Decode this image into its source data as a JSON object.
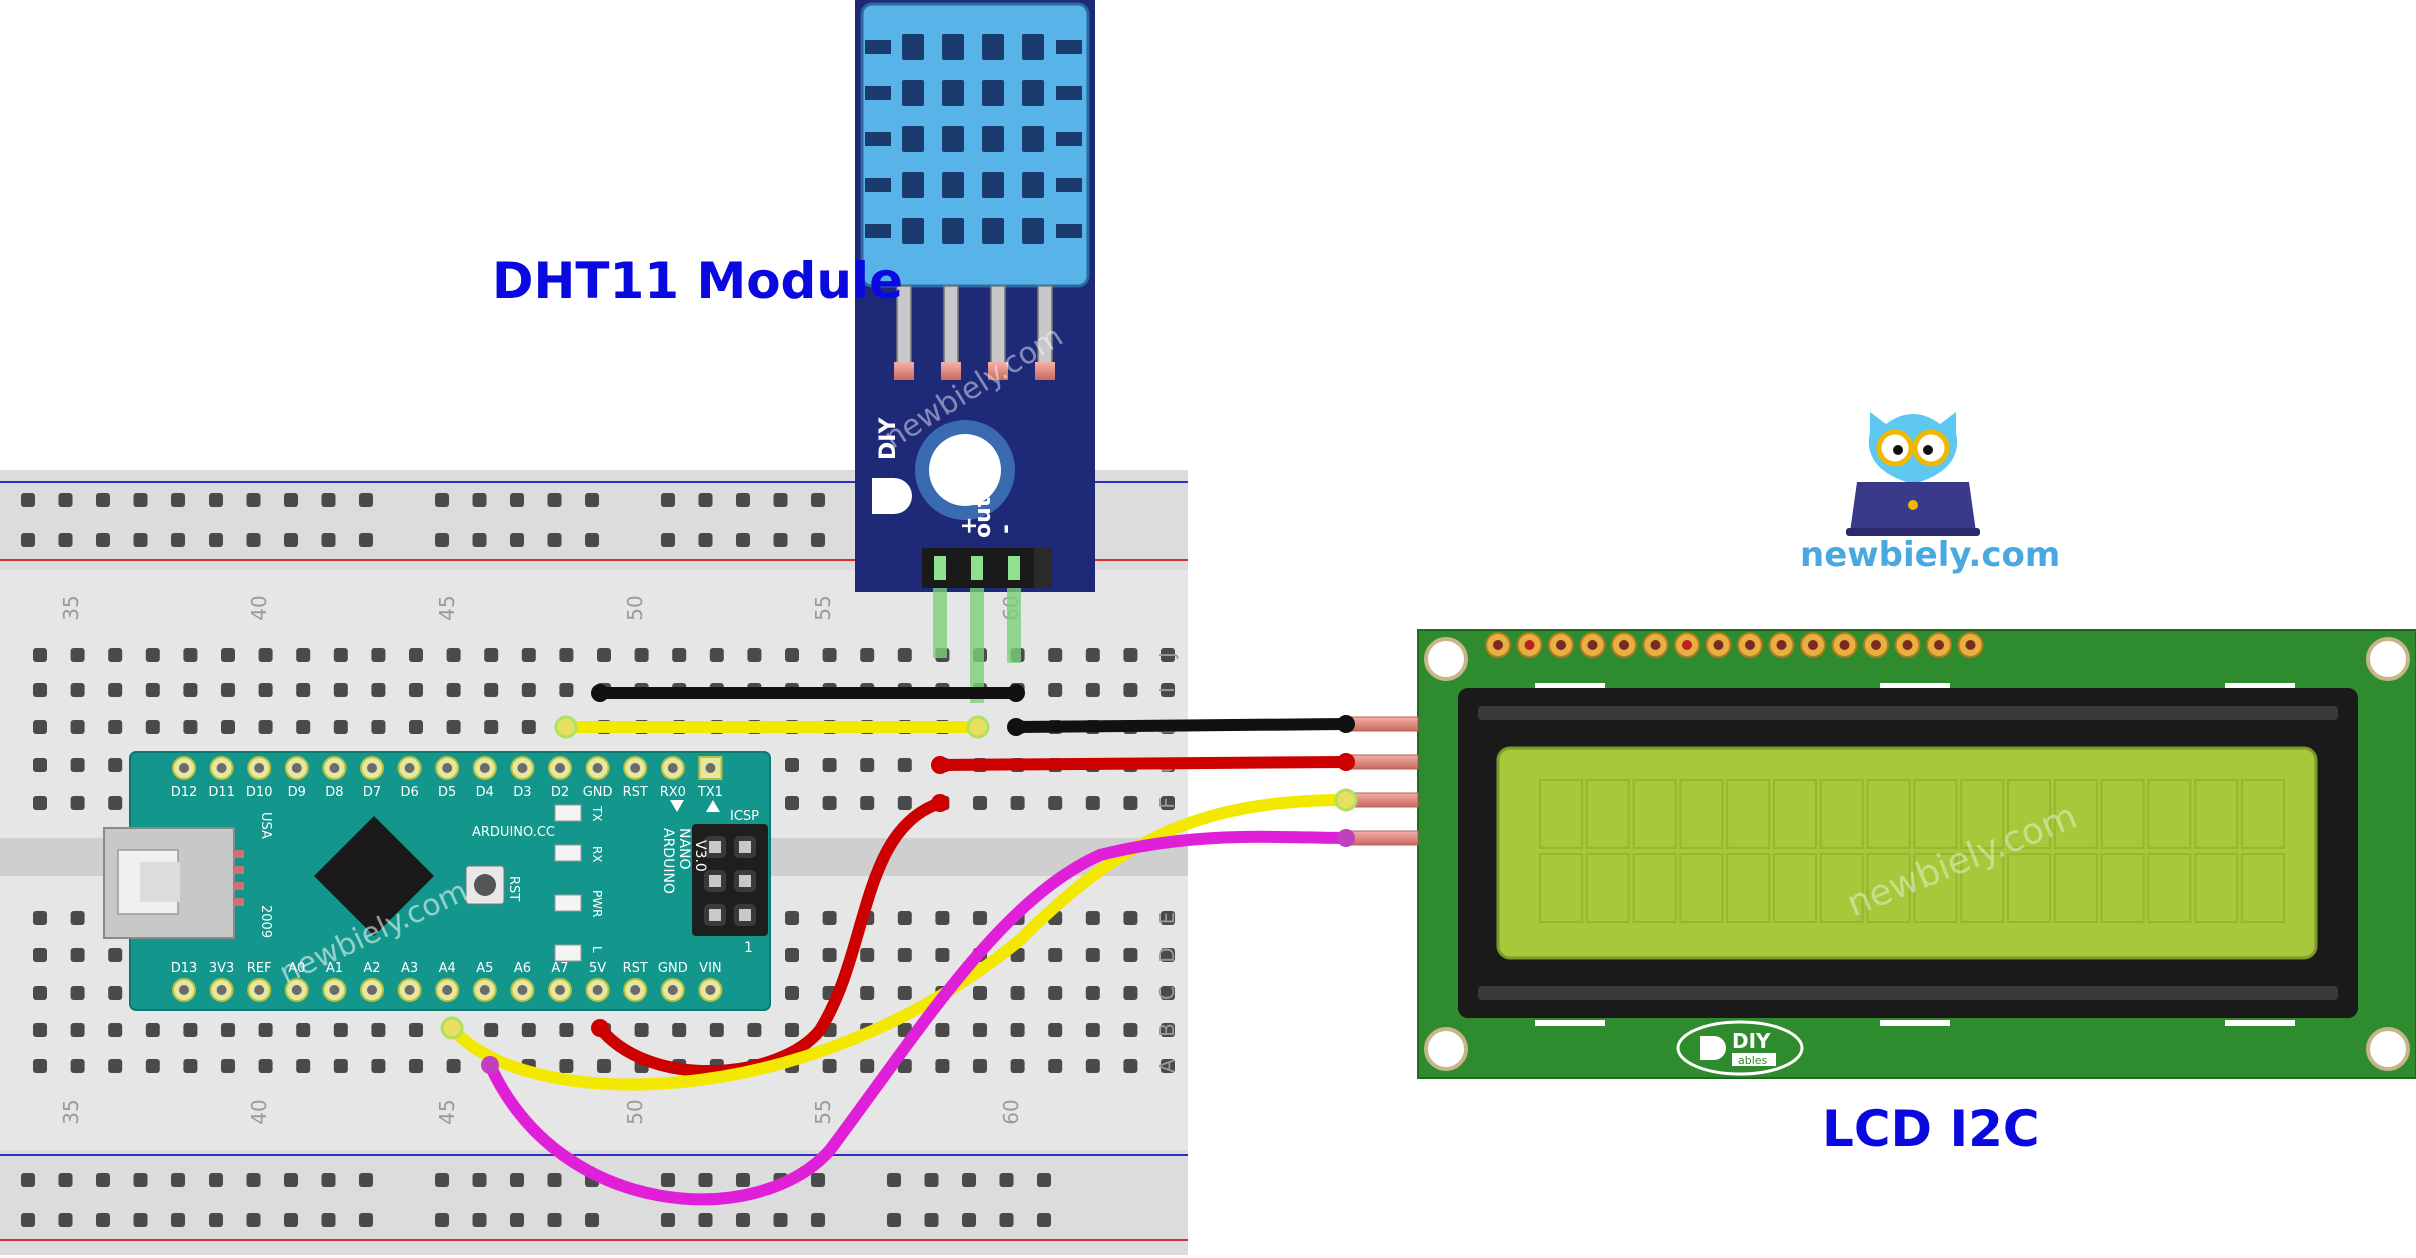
{
  "labels": {
    "dht_title": "DHT11 Module",
    "lcd_title": "LCD I2C",
    "brand": "newbiely.com",
    "watermark": "newbiely.com"
  },
  "dht": {
    "pins": [
      "+",
      "out",
      "-"
    ],
    "maker_logo": "DIY ables"
  },
  "lcd": {
    "maker_logo": "DIY ables"
  },
  "breadboard": {
    "column_numbers": [
      "35",
      "40",
      "45",
      "50",
      "55",
      "60"
    ],
    "row_letters_top": [
      "J",
      "I",
      "H",
      "G",
      "F"
    ],
    "row_letters_bottom": [
      "E",
      "D",
      "C",
      "B",
      "A"
    ]
  },
  "nano": {
    "top_pins": [
      "D12",
      "D11",
      "D10",
      "D9",
      "D8",
      "D7",
      "D6",
      "D5",
      "D4",
      "D3",
      "D2",
      "GND",
      "RST",
      "RX0",
      "TX1"
    ],
    "bottom_pins": [
      "D13",
      "3V3",
      "REF",
      "A0",
      "A1",
      "A2",
      "A3",
      "A4",
      "A5",
      "A6",
      "A7",
      "5V",
      "RST",
      "GND",
      "VIN"
    ],
    "usa": "USA",
    "year": "2009",
    "arduino_cc": "ARDUINO.CC",
    "model_1": "ARDUINO",
    "model_2": "NANO",
    "model_3": "V3.0",
    "rst_button": "RST",
    "icsp": "ICSP",
    "icsp_1": "1",
    "led_tx": "TX",
    "led_rx": "RX",
    "led_pwr": "PWR",
    "led_l": "L"
  },
  "colors": {
    "title_blue": "#0a0ae0",
    "brand_blue": "#4aa8e0",
    "dht_board": "#1e2a78",
    "dht_sensor": "#58b4e8",
    "nano_board": "#13968c",
    "lcd_board": "#2e8b2e",
    "lcd_screen": "#a6c83a",
    "wire_black": "#111111",
    "wire_red": "#cc0000",
    "wire_yellow": "#f2e800",
    "wire_magenta": "#e020d8",
    "wire_green": "#7ad07a"
  }
}
